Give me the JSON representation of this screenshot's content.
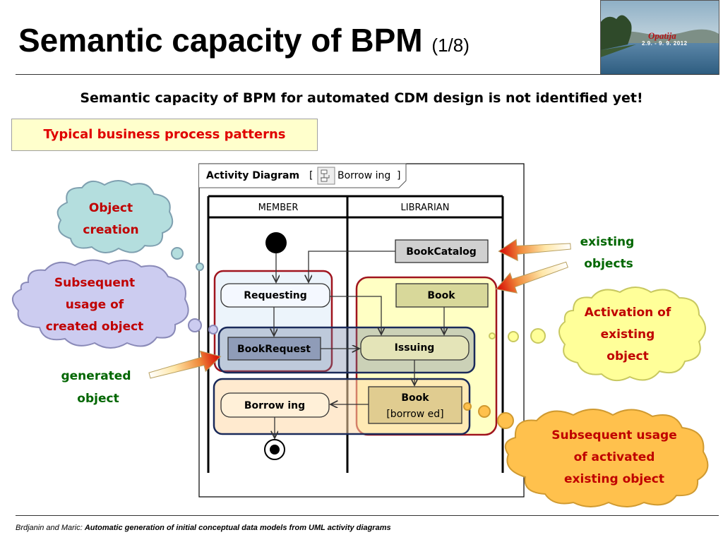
{
  "title": "Semantic capacity of BPM",
  "title_page": "(1/8)",
  "logo": {
    "name": "Opatija",
    "dates": "2.9. - 9. 9. 2012"
  },
  "subtitle": "Semantic capacity of BPM for automated CDM design is not identified yet!",
  "patterns_label": "Typical business process patterns",
  "diagram": {
    "frame_label": "Activity Diagram",
    "bracket_open": "[",
    "name": "Borrow ing",
    "bracket_close": "]",
    "lanes": [
      "MEMBER",
      "LIBRARIAN"
    ],
    "actions": {
      "requesting": "Requesting",
      "issuing": "Issuing",
      "borrowing": "Borrow ing"
    },
    "objects": {
      "book_catalog": "BookCatalog",
      "book": "Book",
      "book_request": "BookRequest",
      "book_borrowed": "Book",
      "book_borrowed_state": "[borrow ed]"
    }
  },
  "callouts": {
    "object_creation": [
      "Object",
      "creation"
    ],
    "subsequent_created": [
      "Subsequent",
      "usage of",
      "created object"
    ],
    "generated_object": [
      "generated",
      "object"
    ],
    "existing_objects": [
      "existing",
      "objects"
    ],
    "activation": [
      "Activation of",
      "existing",
      "object"
    ],
    "subsequent_activated": [
      "Subsequent usage",
      "of activated",
      "existing object"
    ]
  },
  "footer": {
    "authors": "Brdjanin and Maric: ",
    "paper": "Automatic generation of initial conceptual data models  from UML activity diagrams"
  },
  "colors": {
    "title": "#000000",
    "pattern_text": "#e00000",
    "pattern_bg": "#ffffcc",
    "callout_red": "#c00000",
    "callout_green": "#006600",
    "cloud_teal": "#b4dede",
    "cloud_lavender": "#ccccf0",
    "cloud_yellow": "#ffff99",
    "cloud_orange": "#ffc14d",
    "group_red": "#a0141e",
    "group_navy": "#1a2a5a"
  }
}
